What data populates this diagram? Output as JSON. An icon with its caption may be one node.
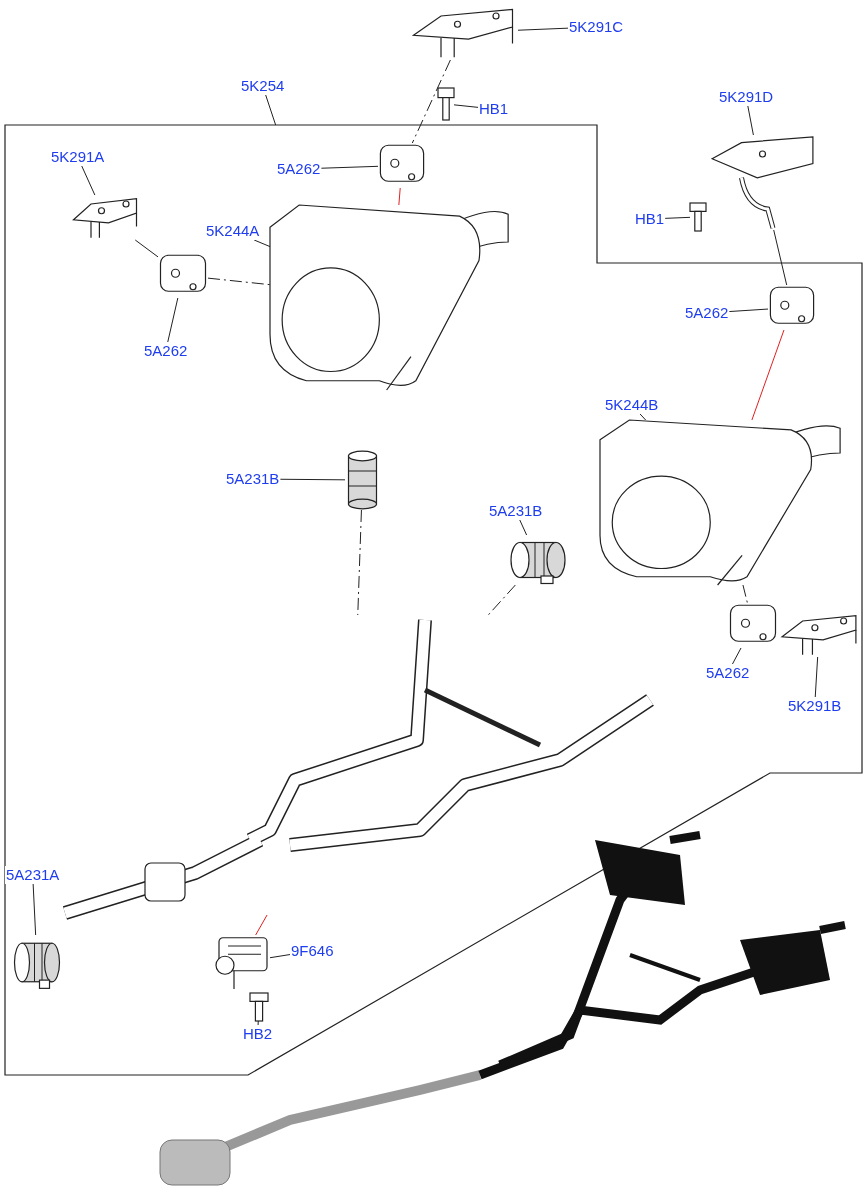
{
  "diagram": {
    "nodes": [
      {
        "text": [
          "5K291C"
        ]
      },
      {
        "text": [
          "HB1"
        ]
      },
      {
        "text": [
          "5K254"
        ]
      },
      {
        "text": [
          "5A262"
        ],
        "in": 20
      },
      {
        "text": [
          "5K291A"
        ],
        "in": 20
      },
      {
        "text": [
          "5K244A"
        ],
        "in": 20
      },
      {
        "text": [
          "5A262"
        ],
        "in": 20
      },
      {
        "text": [
          "5K291D"
        ]
      },
      {
        "text": [
          "HB1"
        ]
      },
      {
        "text": [
          "5A262"
        ],
        "in": 20
      },
      {
        "text": [
          "5K244B"
        ],
        "in": 20
      },
      {
        "text": [
          "5A231B"
        ],
        "in": 20
      },
      {
        "text": [
          "5A231B"
        ],
        "in": 20
      },
      {
        "text": [
          "5A262"
        ],
        "in": 20
      },
      {
        "text": [
          "5K291B"
        ],
        "in": 20
      },
      {
        "text": [
          "5A231A"
        ],
        "in": 20
      },
      {
        "text": [
          "9F646"
        ],
        "in": 20
      },
      {
        "text": [
          "HB2"
        ],
        "in": 20
      },
      {
        "text": [],
        "shape": "picture"
      },
      {
        "text": [],
        "shape": "picture"
      },
      {
        "text": [],
        "shape": "box"
      },
      {
        "text": [],
        "shape": "picture",
        "in": 20
      },
      {
        "text": [],
        "shape": "picture",
        "in": 20
      },
      {
        "text": [],
        "shape": "picture",
        "in": 20
      },
      {
        "text": [],
        "shape": "picture",
        "in": 20
      },
      {
        "text": [],
        "shape": "picture"
      },
      {
        "text": [],
        "shape": "picture"
      },
      {
        "text": [],
        "shape": "picture",
        "in": 20
      },
      {
        "text": [],
        "shape": "picture",
        "in": 20
      },
      {
        "text": [],
        "shape": "cylinder",
        "in": 20
      },
      {
        "text": [],
        "shape": "cylinder",
        "in": 20
      },
      {
        "text": [],
        "shape": "picture",
        "in": 20
      },
      {
        "text": [],
        "shape": "picture",
        "in": 20
      },
      {
        "text": [],
        "shape": "cylinder",
        "in": 20
      },
      {
        "text": [],
        "shape": "picture",
        "in": 20
      },
      {
        "text": [],
        "shape": "picture",
        "in": 20
      },
      {
        "text": [],
        "shape": "picture",
        "in": 20
      }
    ],
    "edges": [
      {
        "from": 0,
        "to": 18,
        "arrow": "none"
      },
      {
        "from": 1,
        "to": 19,
        "arrow": "none"
      },
      {
        "from": 2,
        "to": 20,
        "arrow": "none"
      },
      {
        "from": 3,
        "to": 21,
        "arrow": "none"
      },
      {
        "from": 4,
        "to": 22,
        "arrow": "none"
      },
      {
        "from": 5,
        "to": 23,
        "arrow": "none"
      },
      {
        "from": 6,
        "to": 24,
        "arrow": "none"
      },
      {
        "from": 7,
        "to": 25,
        "arrow": "none"
      },
      {
        "from": 8,
        "to": 26,
        "arrow": "none"
      },
      {
        "from": 9,
        "to": 27,
        "arrow": "none"
      },
      {
        "from": 10,
        "to": 28,
        "arrow": "none"
      },
      {
        "from": 11,
        "to": 29,
        "arrow": "none"
      },
      {
        "from": 12,
        "to": 30,
        "arrow": "none"
      },
      {
        "from": 13,
        "to": 31,
        "arrow": "none"
      },
      {
        "from": 14,
        "to": 32,
        "arrow": "none"
      },
      {
        "from": 15,
        "to": 33,
        "arrow": "none"
      },
      {
        "from": 16,
        "to": 34,
        "arrow": "none"
      },
      {
        "from": 17,
        "to": 35,
        "arrow": "none"
      },
      {
        "from": 18,
        "to": 21,
        "arrow": "none",
        "style": "dashed"
      },
      {
        "from": 21,
        "to": 23,
        "arrow": "none",
        "color": "#e02020"
      },
      {
        "from": 22,
        "to": 24,
        "arrow": "none"
      },
      {
        "from": 24,
        "to": 23,
        "arrow": "none",
        "style": "dashed"
      },
      {
        "from": 29,
        "to": 36,
        "arrow": "none",
        "style": "dashed"
      },
      {
        "from": 30,
        "to": 36,
        "arrow": "none",
        "style": "dashed"
      },
      {
        "from": 25,
        "to": 27,
        "arrow": "none"
      },
      {
        "from": 27,
        "to": 28,
        "arrow": "none",
        "color": "#e02020"
      },
      {
        "from": 28,
        "to": 31,
        "arrow": "none",
        "style": "dashed"
      },
      {
        "from": 34,
        "to": 36,
        "arrow": "none",
        "color": "#e02020"
      }
    ]
  }
}
